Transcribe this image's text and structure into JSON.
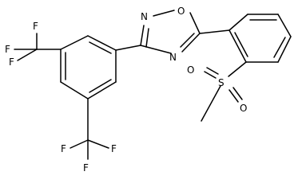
{
  "molecule": {
    "labels": {
      "f1": "F",
      "f2": "F",
      "f3": "F",
      "f4": "F",
      "f5": "F",
      "f6": "F",
      "n_top": "N",
      "o_ring": "O",
      "n_ring": "N",
      "s": "S",
      "o_s1": "O",
      "o_s2": "O"
    }
  }
}
